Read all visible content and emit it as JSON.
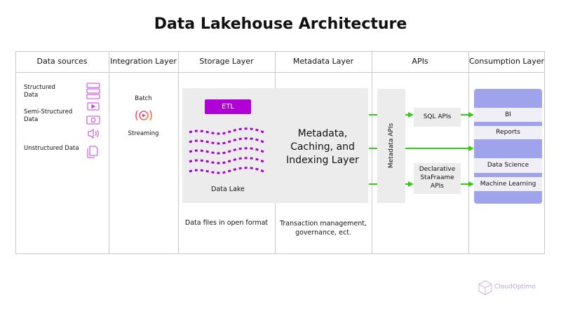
{
  "title": "Data Lakehouse Architecture",
  "columns": [
    "Data sources",
    "Integration Layer",
    "Storage Layer",
    "Metadata Layer",
    "APIs",
    "Consumption Layer"
  ],
  "sources": {
    "structured": "Structured\nData",
    "semi_structured": "Semi-Structured\nData",
    "unstructured": "Unstructured Data"
  },
  "integration": {
    "batch": "Batch",
    "streaming": "Streaming"
  },
  "storage": {
    "etl": "ETL",
    "lake": "Data Lake",
    "caption": "Data files in open format"
  },
  "metadata": {
    "main": "Metadata,\nCaching, and\nIndexing Layer",
    "caption": "Transaction management,\ngovernance, ect."
  },
  "apis": {
    "metadata_apis": "Metadata APIs",
    "sql": "SQL APIs",
    "declarative": "Declarative\nStaFraame\nAPIs"
  },
  "consumption": [
    "BI",
    "Reports",
    "Data Science",
    "Machine Learning"
  ],
  "brand": "CloudOptimo",
  "colors": {
    "purple": "#b000d6",
    "green": "#33cc11",
    "consumption": "#9ea3ec",
    "panel": "#ececec"
  }
}
